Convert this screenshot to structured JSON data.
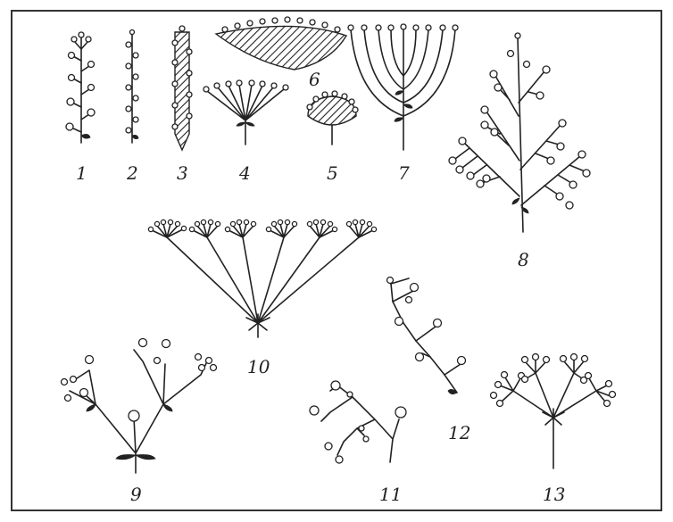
{
  "figure": {
    "labels": {
      "d1": "1",
      "d2": "2",
      "d3": "3",
      "d4": "4",
      "d5": "5",
      "d6": "6",
      "d7": "7",
      "d8": "8",
      "d9": "9",
      "d10": "10",
      "d11": "11",
      "d12": "12",
      "d13": "13"
    },
    "colors": {
      "ink": "#222222",
      "paper": "#ffffff",
      "frame": "#333333"
    }
  }
}
